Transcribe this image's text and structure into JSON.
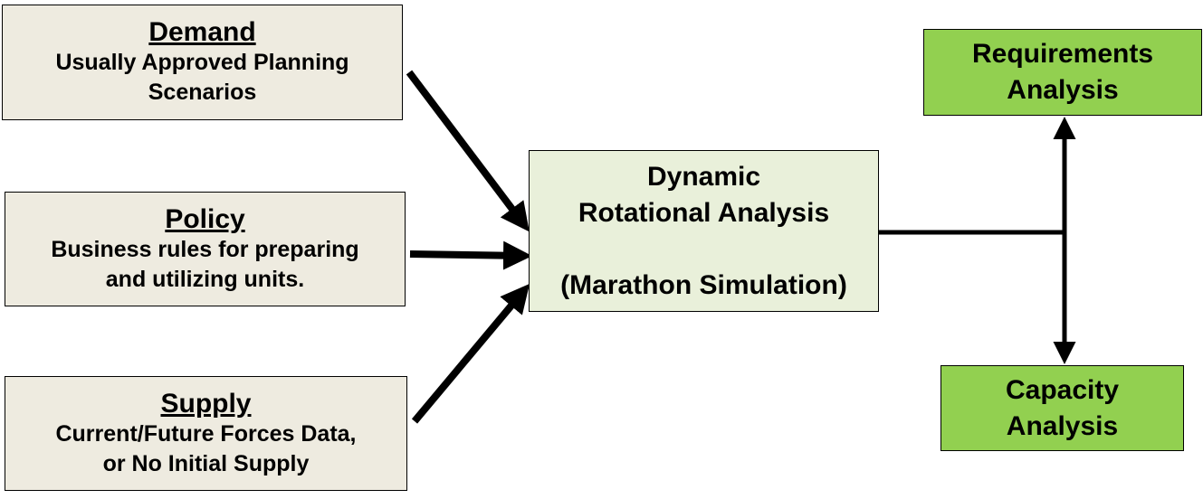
{
  "inputs": {
    "demand": {
      "heading": "Demand",
      "line1": "Usually Approved Planning",
      "line2": "Scenarios"
    },
    "policy": {
      "heading": "Policy",
      "line1": "Business rules for preparing",
      "line2": "and utilizing units."
    },
    "supply": {
      "heading": "Supply",
      "line1": "Current/Future Forces Data,",
      "line2": "or No Initial Supply"
    }
  },
  "center": {
    "line1": "Dynamic",
    "line2": "Rotational Analysis",
    "line3": "(Marathon Simulation)"
  },
  "outputs": {
    "requirements": {
      "line1": "Requirements",
      "line2": "Analysis"
    },
    "capacity": {
      "line1": "Capacity",
      "line2": "Analysis"
    }
  },
  "colors": {
    "input_fill": "#eeebe0",
    "center_fill": "#e9f0da",
    "output_fill": "#92d050",
    "line": "#000000"
  }
}
